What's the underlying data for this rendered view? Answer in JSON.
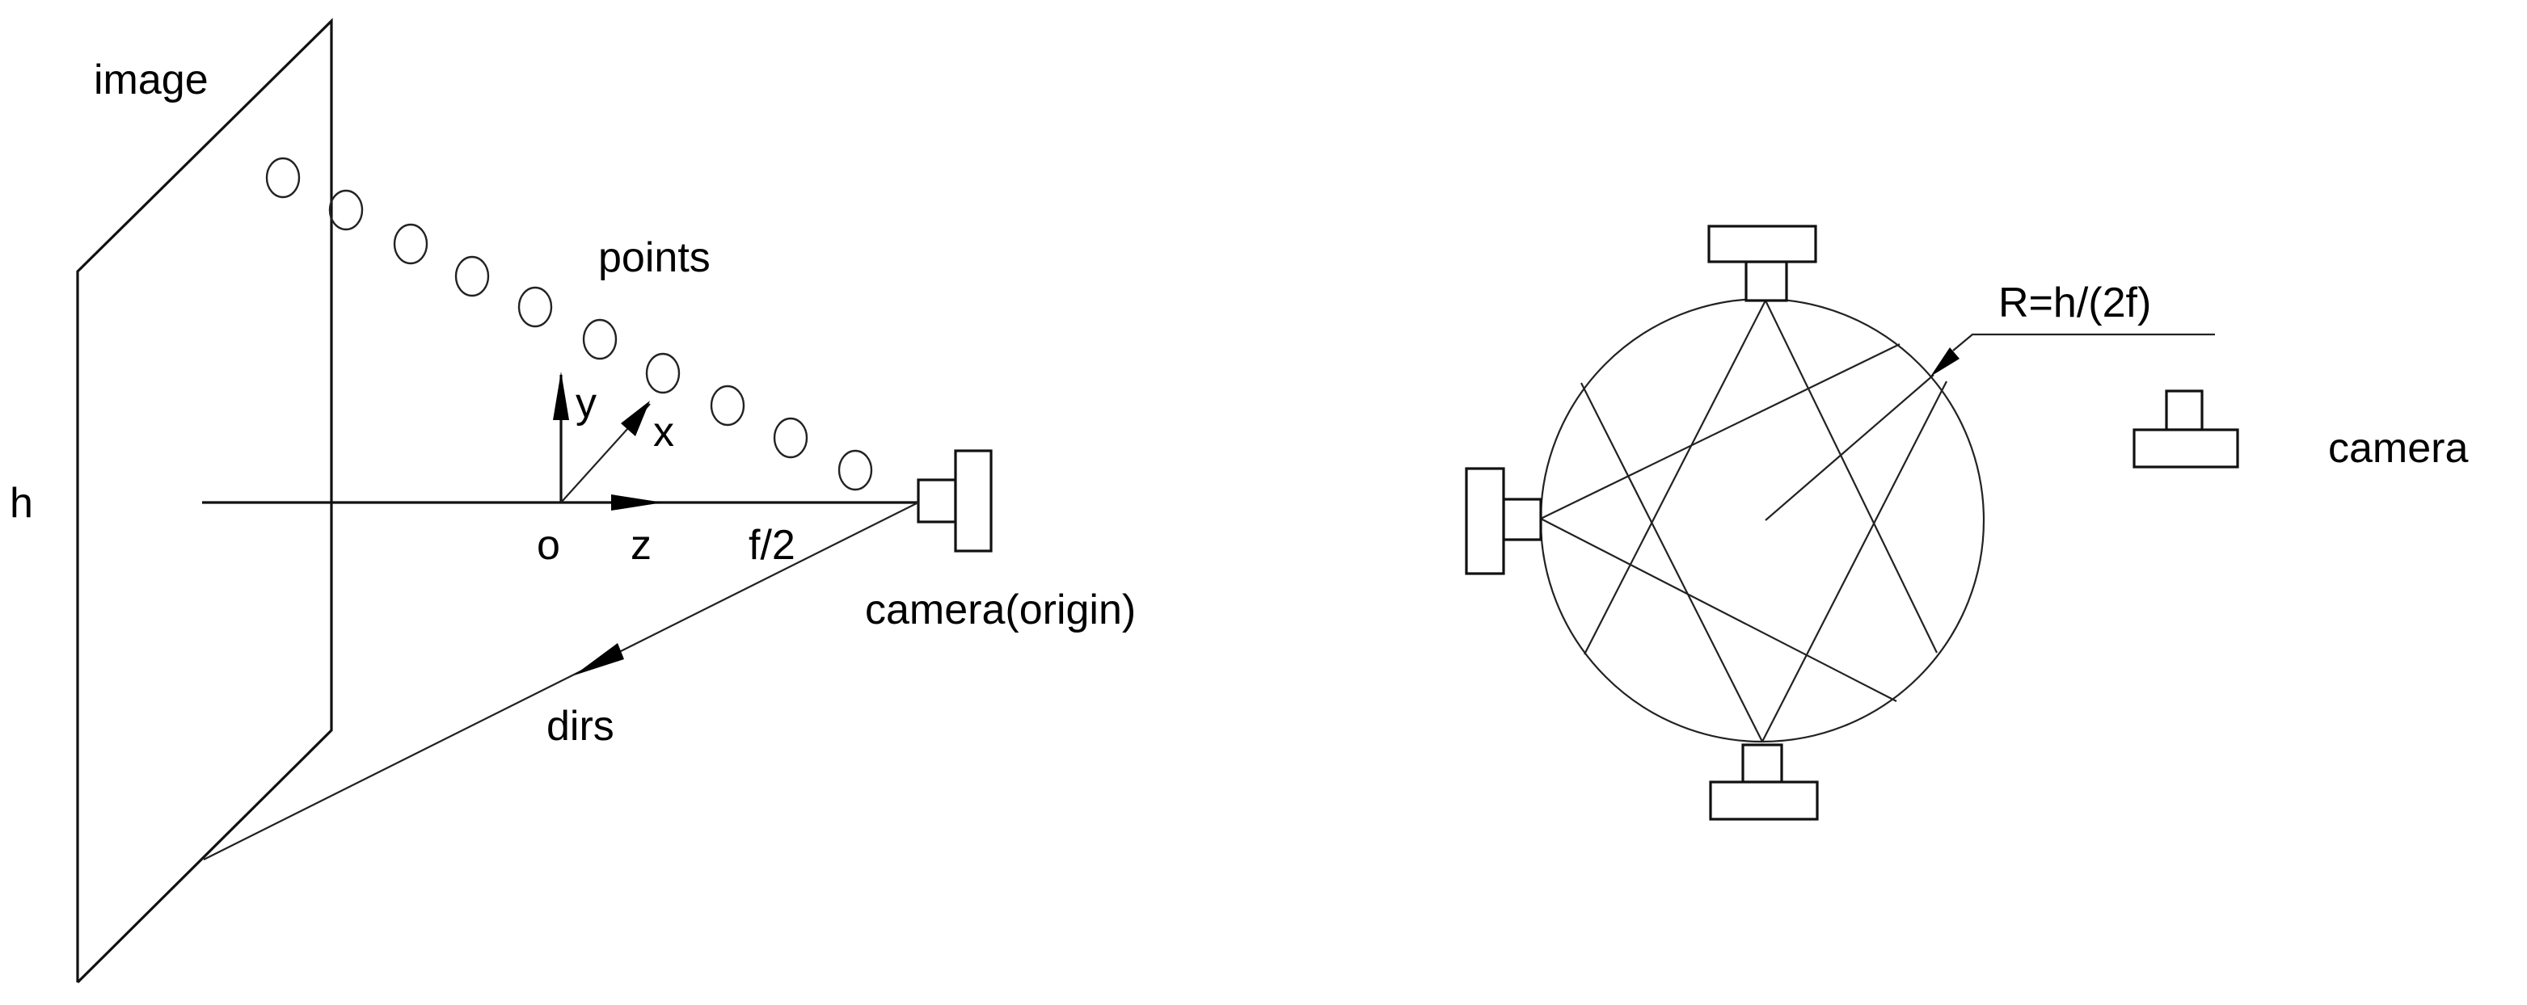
{
  "left_diagram": {
    "labels": {
      "image": "image",
      "h": "h",
      "points": "points",
      "y_axis": "y",
      "x_axis": "x",
      "origin": "o",
      "z_axis": "z",
      "f_half": "f/2",
      "camera_origin": "camera(origin)",
      "dirs": "dirs"
    },
    "point_count": 10
  },
  "right_diagram": {
    "labels": {
      "radius": "R=h/(2f)",
      "legend_camera": "camera"
    },
    "camera_count": 3
  },
  "colors": {
    "line": "#111111",
    "background": "#ffffff"
  }
}
